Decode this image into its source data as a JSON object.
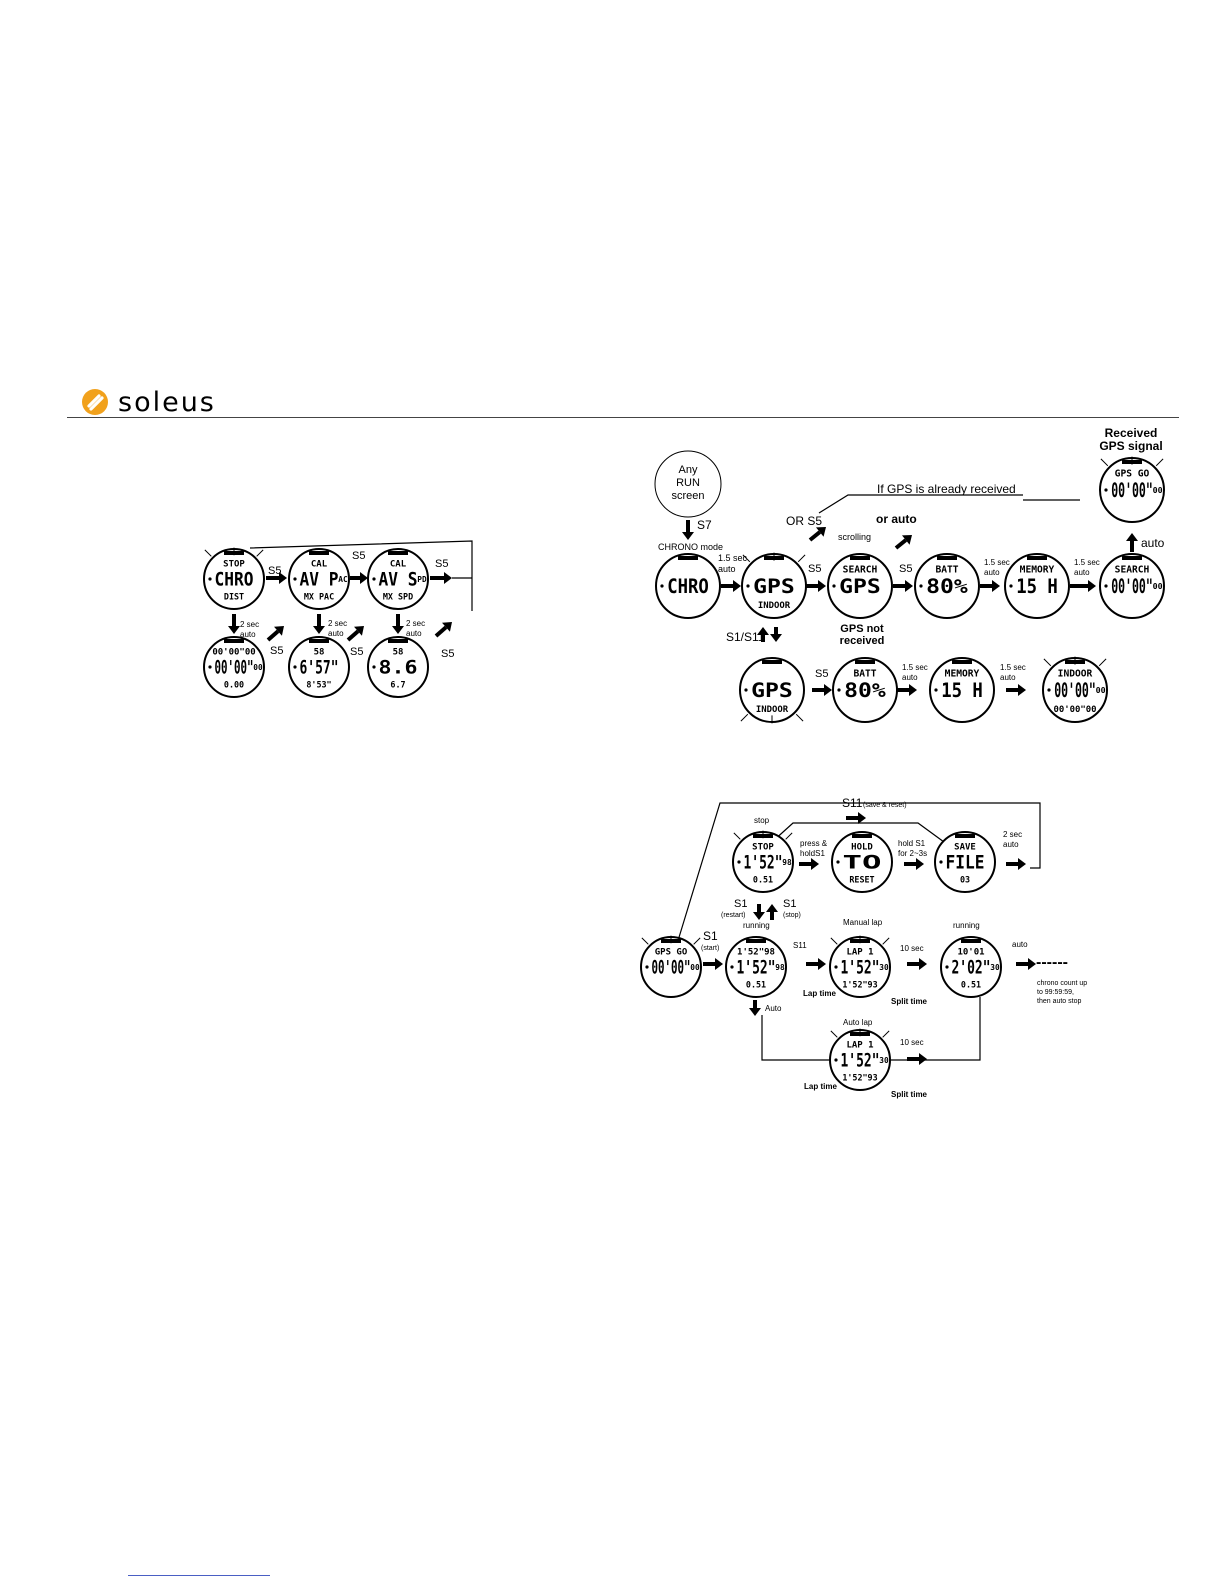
{
  "brand": {
    "name": "soleus"
  },
  "diagram_a": {
    "watch_1_top": "STOP",
    "watch_1_main": "CHRO",
    "watch_1_bottom": "DIST",
    "watch_2_top": "CAL",
    "watch_2_main": "AV P",
    "watch_2_sub": "AC",
    "watch_2_bottom": "MX PAC",
    "watch_3_top": "CAL",
    "watch_3_main": "AV S",
    "watch_3_sub": "PD",
    "watch_3_bottom": "MX SPD",
    "watch_4_top": "00'00\"00",
    "watch_4_main": "00'00\"",
    "watch_4_sub": "00",
    "watch_4_bottom": "0.00",
    "watch_5_top": "58",
    "watch_5_main": "6'57\"",
    "watch_5_bottom": "8'53\"",
    "watch_6_top": "58",
    "watch_6_main": "8.6",
    "watch_6_bottom": "6.7",
    "s5_1": "S5",
    "s5_2": "S5",
    "s5_3": "S5",
    "s5_4": "S5",
    "s5_5": "S5",
    "s5_6": "S5",
    "auto_1": "2 sec",
    "auto_1b": "auto",
    "auto_2": "2 sec",
    "auto_2b": "auto",
    "auto_3": "2 sec",
    "auto_3b": "auto"
  },
  "diagram_b": {
    "any_run_1": "Any",
    "any_run_2": "RUN",
    "any_run_3": "screen",
    "s7": "S7",
    "chrono_mode": "CHRONO mode",
    "w_chro_main": "CHRO",
    "sec15_1": "1.5 sec",
    "auto_1": "auto",
    "w_gps_main": "GPS",
    "w_gps_bottom": "INDOOR",
    "s5_a": "S5",
    "scrolling": "scrolling",
    "w_search_top": "SEARCH",
    "w_search_main": "GPS",
    "gps_not_1": "GPS not",
    "gps_not_2": "received",
    "s5_b": "S5",
    "w_batt_top": "BATT",
    "w_batt_main": "80%",
    "sec15_2": "1.5 sec",
    "auto_2": "auto",
    "w_mem_top": "MEMORY",
    "w_mem_main": "15 H",
    "sec15_3": "1.5 sec",
    "auto_3": "auto",
    "w_search2_top": "SEARCH",
    "w_search2_main": "00'00\"",
    "w_search2_sub": "00",
    "auto_up": "auto",
    "received_1": "Received",
    "received_2": "GPS signal",
    "w_gpsgo_top": "GPS GO",
    "w_gpsgo_main": "00'00\"",
    "w_gpsgo_sub": "00",
    "or_s5": "OR S5",
    "if_gps": "If GPS is already received",
    "or_auto": "or auto",
    "s1_s11": "S1/S11",
    "w_gps2_main": "GPS",
    "w_gps2_bottom": "INDOOR",
    "s5_c": "S5",
    "w_batt2_top": "BATT",
    "w_batt2_main": "80%",
    "sec15_4": "1.5 sec",
    "auto_4": "auto",
    "w_mem2_top": "MEMORY",
    "w_mem2_main": "15 H",
    "sec15_5": "1.5 sec",
    "auto_5": "auto",
    "w_indoor_top": "INDOOR",
    "w_indoor_main": "00'00\"",
    "w_indoor_sub": "00",
    "w_indoor_bottom": "00'00\"00"
  },
  "diagram_c": {
    "s11_save": "S11",
    "save_reset": "(save & reset)",
    "stop": "stop",
    "w_stop_top": "STOP",
    "w_stop_main": "1'52\"",
    "w_stop_sub": "98",
    "w_stop_bottom": "0.51",
    "press_hold_1": "press &",
    "press_hold_2": "holdS1",
    "w_hold_top": "HOLD",
    "w_hold_main": "TO",
    "w_hold_bottom": "RESET",
    "hold_s1_1": "hold S1",
    "hold_s1_2": "for 2~3s",
    "w_save_top": "SAVE",
    "w_save_main": "FILE",
    "w_save_bottom": "03",
    "sec2": "2 sec",
    "auto_2": "auto",
    "s1_restart": "S1",
    "restart": "(restart)",
    "s1_stop": "S1",
    "stop_paren": "(stop)",
    "w_gpsgo_top": "GPS GO",
    "w_gpsgo_main": "00'00\"",
    "w_gpsgo_sub": "00",
    "s1_start": "S1",
    "start": "(start)",
    "running_1": "running",
    "w_run_top": "1'52\"98",
    "w_run_main": "1'52\"",
    "w_run_sub": "98",
    "w_run_bottom": "0.51",
    "s11": "S11",
    "manual_lap": "Manual lap",
    "w_lap_top": "LAP 1",
    "w_lap_main": "1'52\"",
    "w_lap_sub": "30",
    "w_lap_bottom": "1'52\"93",
    "lap_time_1": "Lap time",
    "split_time_1": "Split time",
    "sec10_1": "10 sec",
    "running_2": "running",
    "w_run2_top": "10'01",
    "w_run2_main": "2'02\"",
    "w_run2_sub": "30",
    "w_run2_bottom": "0.51",
    "auto_right": "auto",
    "dashes": "------",
    "chrono_1": "chrono count up",
    "chrono_2": "to 99:59:59,",
    "chrono_3": "then auto stop",
    "auto_down": "Auto",
    "auto_lap": "Auto lap",
    "w_alap_top": "LAP 1",
    "w_alap_main": "1'52\"",
    "w_alap_sub": "30",
    "w_alap_bottom": "1'52\"93",
    "lap_time_2": "Lap time",
    "split_time_2": "Split time",
    "sec10_2": "10 sec"
  }
}
